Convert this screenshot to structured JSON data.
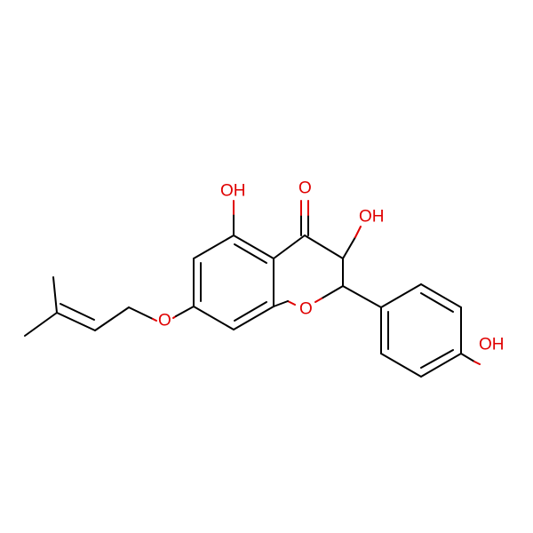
{
  "molecule": {
    "atom_labels": {
      "oh_top_left": "OH",
      "carbonyl_o": "O",
      "oh_top_right": "OH",
      "ring_o": "O",
      "ether_o": "O",
      "oh_phenol": "OH"
    },
    "colors": {
      "bond": "#000000",
      "heteroatom": "#e00000",
      "background": "#ffffff"
    }
  }
}
